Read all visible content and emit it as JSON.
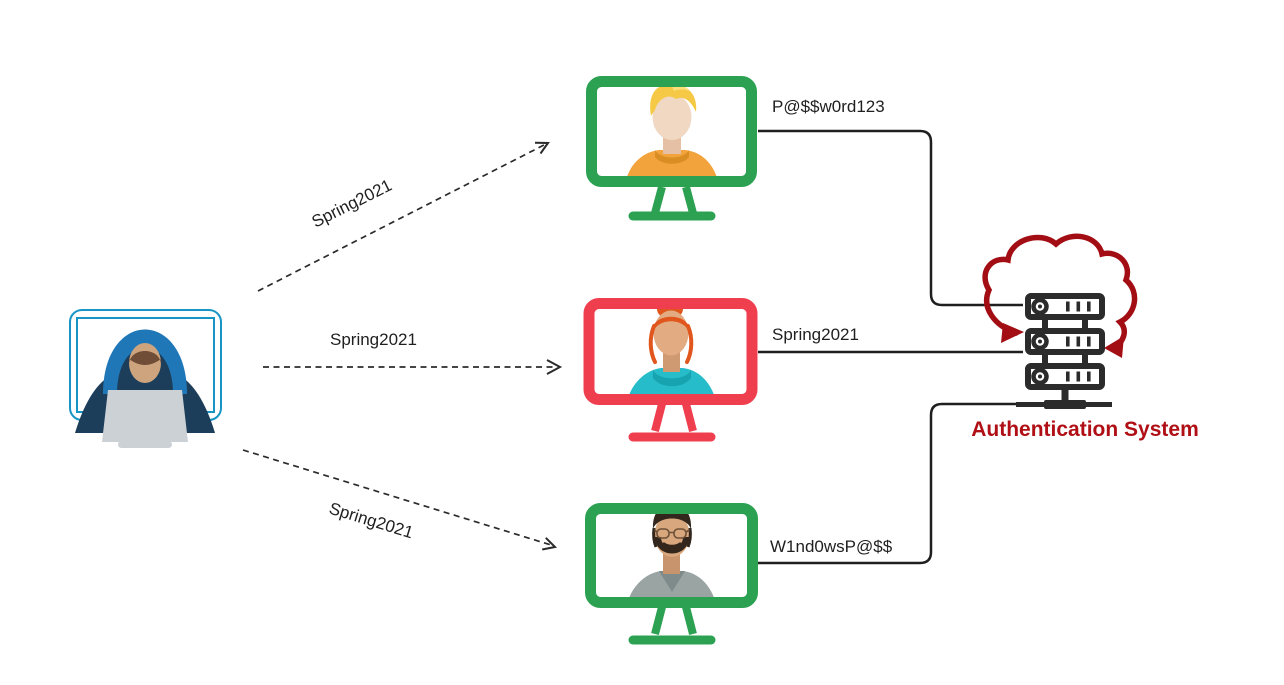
{
  "colors": {
    "success_green": "#2ca152",
    "fail_red": "#ef3e4e",
    "cloud_red": "#a30e15",
    "title_red": "#b01015",
    "connector_black": "#1f1f1f",
    "arrow_black": "#2b2b2b",
    "attacker_teal": "#1795c4",
    "server_dark": "#2b2b2b"
  },
  "spray_arrows": [
    {
      "label": "Spring2021"
    },
    {
      "label": "Spring2021"
    },
    {
      "label": "Spring2021"
    }
  ],
  "victims": [
    {
      "password": "P@$$w0rd123",
      "frame_color": "#2ca152"
    },
    {
      "password": "Spring2021",
      "frame_color": "#ef3e4e"
    },
    {
      "password": "W1nd0wsP@$$",
      "frame_color": "#2ca152"
    }
  ],
  "auth_system": {
    "label": "Authentication System"
  }
}
